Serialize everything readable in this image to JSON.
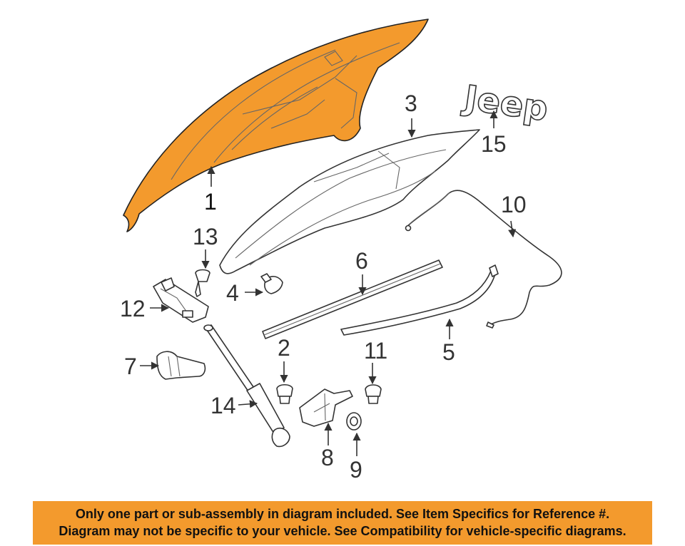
{
  "colors": {
    "highlight_part": "#f39a2d",
    "banner_background": "#f39a2d",
    "line": "#333333"
  },
  "emblem": {
    "text": "Jeep"
  },
  "callouts": {
    "c1": "1",
    "c2": "2",
    "c3": "3",
    "c4": "4",
    "c5": "5",
    "c6": "6",
    "c7": "7",
    "c8": "8",
    "c9": "9",
    "c10": "10",
    "c11": "11",
    "c12": "12",
    "c13": "13",
    "c14": "14",
    "c15": "15"
  },
  "banner": {
    "line1": "Only one part or sub-assembly in diagram included. See Item Specifics for Reference #.",
    "line2": "Diagram may not be specific to your vehicle. See Compatibility for vehicle-specific diagrams."
  }
}
